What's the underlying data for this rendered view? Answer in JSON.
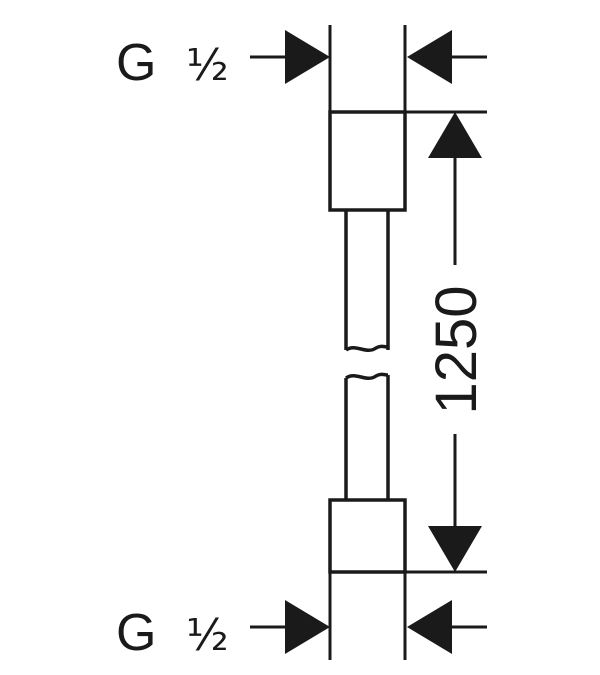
{
  "labels": {
    "top_thread": "G",
    "top_thread_size": "½",
    "bottom_thread": "G",
    "bottom_thread_size": "½",
    "length": "1250"
  },
  "colors": {
    "line": "#1a1a1a",
    "background": "#ffffff"
  }
}
